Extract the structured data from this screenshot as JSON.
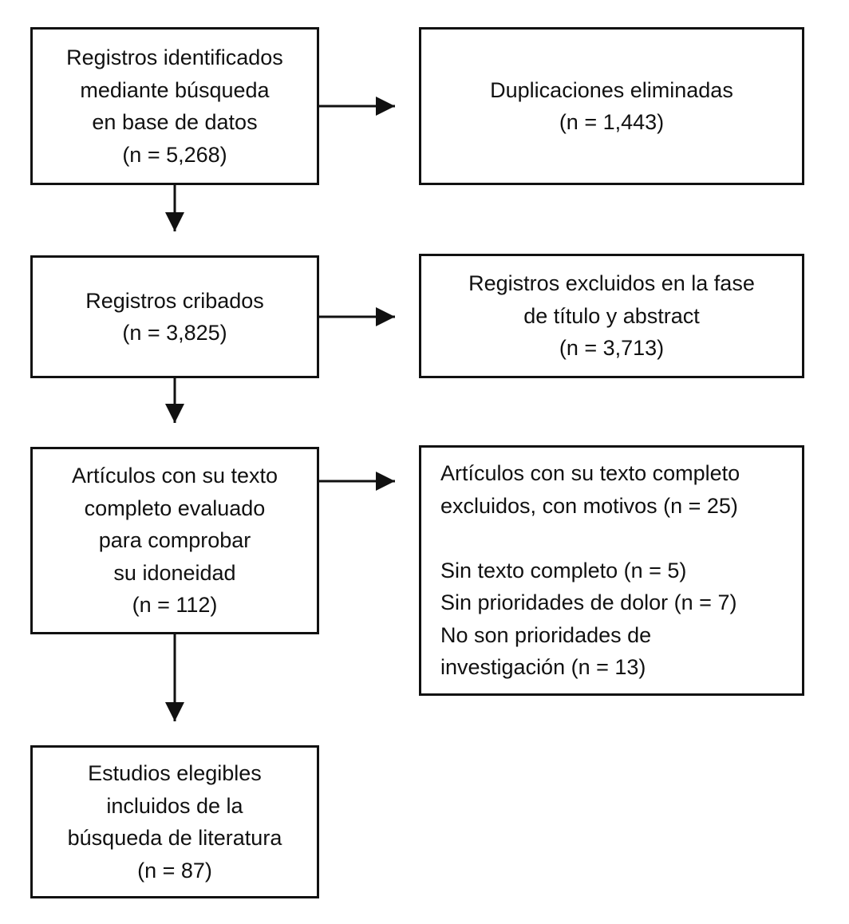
{
  "diagram": {
    "type": "prisma-flowchart",
    "language": "es",
    "colors": {
      "background": "#ffffff",
      "box_border": "#111111",
      "text": "#111111",
      "arrow": "#111111"
    },
    "boxes": [
      {
        "id": "records-identified",
        "text": "Registros identificados\nmediante búsqueda\nen base de datos\n(n = 5,268)",
        "n": "5,268"
      },
      {
        "id": "duplicates-removed",
        "text": "Duplicaciones eliminadas\n(n = 1,443)",
        "n": "1,443"
      },
      {
        "id": "records-screened",
        "text": "Registros cribados\n(n = 3,825)",
        "n": "3,825"
      },
      {
        "id": "records-excluded-title-abstract",
        "text": "Registros excluidos en la fase\nde título y abstract\n(n = 3,713)",
        "n": "3,713"
      },
      {
        "id": "fulltext-assessed",
        "text": "Artículos con su texto\ncompleto evaluado\npara comprobar\nsu idoneidad\n(n = 112)",
        "n": "112"
      },
      {
        "id": "fulltext-excluded",
        "text": "Artículos con su texto completo\nexcluidos, con motivos (n = 25)\n\nSin texto completo (n = 5)\nSin prioridades de dolor (n = 7)\nNo son prioridades de\ninvestigación (n = 13)",
        "n": "25",
        "reasons": [
          {
            "label": "Sin texto completo",
            "n": "5"
          },
          {
            "label": "Sin prioridades de dolor",
            "n": "7"
          },
          {
            "label": "No son prioridades de investigación",
            "n": "13"
          }
        ]
      },
      {
        "id": "studies-included",
        "text": "Estudios elegibles\nincluidos de la\nbúsqueda de literatura\n(n = 87)",
        "n": "87"
      }
    ],
    "edges": [
      {
        "from": "records-identified",
        "to": "duplicates-removed",
        "direction": "right"
      },
      {
        "from": "records-identified",
        "to": "records-screened",
        "direction": "down"
      },
      {
        "from": "records-screened",
        "to": "records-excluded-title-abstract",
        "direction": "right"
      },
      {
        "from": "records-screened",
        "to": "fulltext-assessed",
        "direction": "down"
      },
      {
        "from": "fulltext-assessed",
        "to": "fulltext-excluded",
        "direction": "right"
      },
      {
        "from": "fulltext-assessed",
        "to": "studies-included",
        "direction": "down"
      }
    ]
  }
}
